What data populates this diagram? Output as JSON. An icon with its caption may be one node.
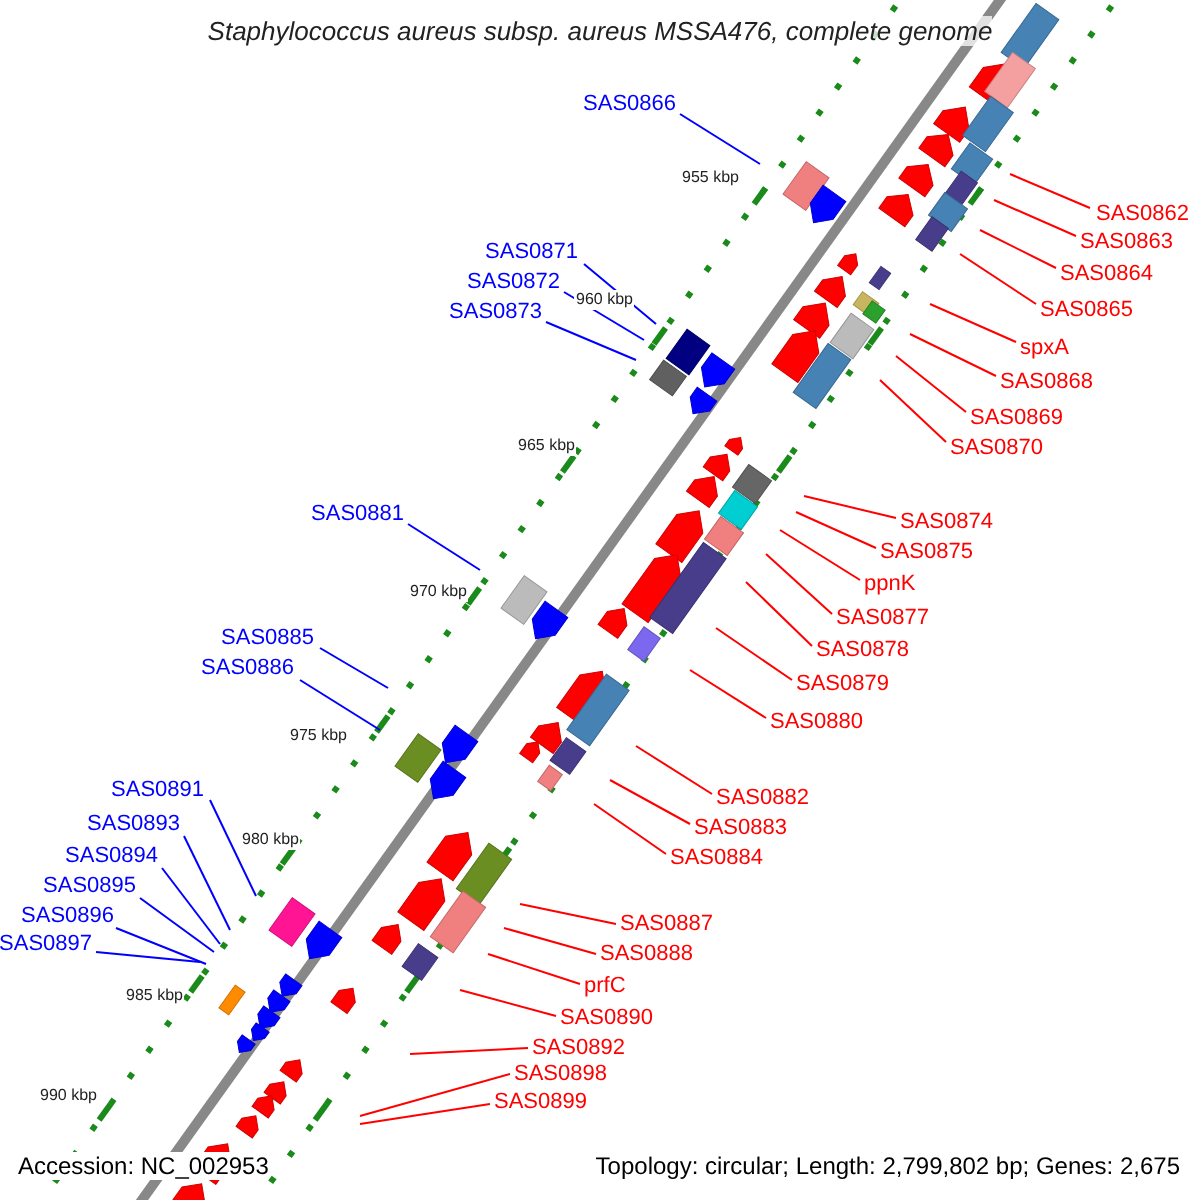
{
  "diagram": {
    "title": "Staphylococcus aureus subsp. aureus MSSA476, complete genome",
    "nodes": [
      {
        "text": [
          "SAS0866"
        ]
      },
      {
        "text": [
          "SAS0862"
        ]
      },
      {
        "text": [
          "SAS0863"
        ]
      },
      {
        "text": [
          "SAS0871"
        ]
      },
      {
        "text": [
          "SAS0864"
        ]
      },
      {
        "text": [
          "SAS0872"
        ]
      },
      {
        "text": [
          "SAS0865"
        ]
      },
      {
        "text": [
          "SAS0873"
        ]
      },
      {
        "text": [
          "spxA"
        ]
      },
      {
        "text": [
          "SAS0868"
        ]
      },
      {
        "text": [
          "SAS0869"
        ]
      },
      {
        "text": [
          "SAS0870"
        ]
      },
      {
        "text": [
          "SAS0881"
        ]
      },
      {
        "text": [
          "SAS0874"
        ]
      },
      {
        "text": [
          "SAS0875"
        ]
      },
      {
        "text": [
          "ppnK"
        ]
      },
      {
        "text": [
          "SAS0877"
        ]
      },
      {
        "text": [
          "SAS0885"
        ]
      },
      {
        "text": [
          "SAS0878"
        ]
      },
      {
        "text": [
          "SAS0886"
        ]
      },
      {
        "text": [
          "SAS0879"
        ]
      },
      {
        "text": [
          "SAS0880"
        ]
      },
      {
        "text": [
          "SAS0891"
        ]
      },
      {
        "text": [
          "SAS0882"
        ]
      },
      {
        "text": [
          "SAS0893"
        ]
      },
      {
        "text": [
          "SAS0883"
        ]
      },
      {
        "text": [
          "SAS0894"
        ]
      },
      {
        "text": [
          "SAS0884"
        ]
      },
      {
        "text": [
          "SAS0895"
        ]
      },
      {
        "text": [
          "SAS0896"
        ]
      },
      {
        "text": [
          "SAS0887"
        ]
      },
      {
        "text": [
          "SAS0897"
        ]
      },
      {
        "text": [
          "SAS0888"
        ]
      },
      {
        "text": [
          "prfC"
        ]
      },
      {
        "text": [
          "SAS0890"
        ]
      },
      {
        "text": [
          "SAS0892"
        ]
      },
      {
        "text": [
          "SAS0898"
        ]
      },
      {
        "text": [
          "SAS0899"
        ]
      }
    ],
    "edges": [
      {
        "from": 0,
        "to": null,
        "arrow": "none",
        "color": "#0000ff"
      },
      {
        "from": 1,
        "to": null,
        "arrow": "none"
      },
      {
        "from": 2,
        "to": null,
        "arrow": "none"
      },
      {
        "from": 3,
        "to": null,
        "arrow": "none",
        "color": "#0000ff"
      },
      {
        "from": 4,
        "to": null,
        "arrow": "none"
      },
      {
        "from": 5,
        "to": null,
        "arrow": "none",
        "color": "#0000ff"
      },
      {
        "from": 6,
        "to": null,
        "arrow": "none"
      },
      {
        "from": 7,
        "to": null,
        "arrow": "none",
        "color": "#0000ff"
      },
      {
        "from": 8,
        "to": null,
        "arrow": "none"
      },
      {
        "from": 9,
        "to": null,
        "arrow": "none"
      },
      {
        "from": 10,
        "to": null,
        "arrow": "none"
      },
      {
        "from": 11,
        "to": null,
        "arrow": "none"
      },
      {
        "from": 12,
        "to": null,
        "arrow": "none",
        "color": "#0000ff"
      },
      {
        "from": 13,
        "to": null,
        "arrow": "none"
      },
      {
        "from": 14,
        "to": null,
        "arrow": "none"
      },
      {
        "from": 15,
        "to": null,
        "arrow": "none"
      },
      {
        "from": 16,
        "to": null,
        "arrow": "none"
      },
      {
        "from": 17,
        "to": null,
        "arrow": "none",
        "color": "#0000ff"
      },
      {
        "from": 18,
        "to": null,
        "arrow": "none"
      },
      {
        "from": 19,
        "to": null,
        "arrow": "none",
        "color": "#0000ff"
      },
      {
        "from": 20,
        "to": null,
        "arrow": "none"
      },
      {
        "from": 21,
        "to": null,
        "arrow": "none"
      },
      {
        "from": 22,
        "to": null,
        "arrow": "none",
        "color": "#0000ff"
      },
      {
        "from": 23,
        "to": null,
        "arrow": "none"
      },
      {
        "from": 24,
        "to": null,
        "arrow": "none",
        "color": "#0000ff"
      },
      {
        "from": 25,
        "to": null,
        "arrow": "none"
      },
      {
        "from": 26,
        "to": null,
        "arrow": "none",
        "color": "#0000ff"
      },
      {
        "from": 27,
        "to": null,
        "arrow": "none"
      },
      {
        "from": 28,
        "to": null,
        "arrow": "none",
        "color": "#0000ff"
      },
      {
        "from": 29,
        "to": null,
        "arrow": "none",
        "color": "#0000ff"
      },
      {
        "from": 30,
        "to": null,
        "arrow": "none"
      },
      {
        "from": 31,
        "to": null,
        "arrow": "none",
        "color": "#0000ff"
      },
      {
        "from": 32,
        "to": null,
        "arrow": "none"
      },
      {
        "from": 33,
        "to": null,
        "arrow": "none"
      },
      {
        "from": 34,
        "to": null,
        "arrow": "none"
      },
      {
        "from": 35,
        "to": null,
        "arrow": "none"
      },
      {
        "from": 36,
        "to": null,
        "arrow": "none"
      },
      {
        "from": 37,
        "to": null,
        "arrow": "none"
      }
    ],
    "labels": [
      "955 kbp",
      "960 kbp",
      "965 kbp",
      "970 kbp",
      "975 kbp",
      "980 kbp",
      "985 kbp",
      "990 kbp",
      "Accession: NC_002953",
      "Topology: circular; Length: 2,799,802 bp; Genes: 2,675"
    ]
  }
}
